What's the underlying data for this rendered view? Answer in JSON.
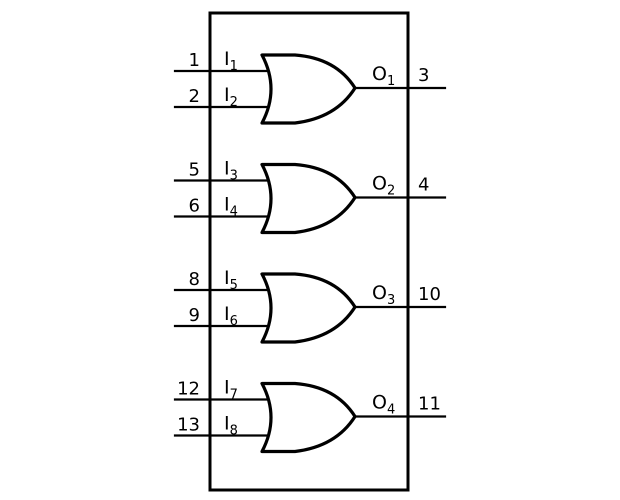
{
  "gates": [
    {
      "inputs": [
        {
          "pin": "1",
          "label": "I",
          "sub": "1"
        },
        {
          "pin": "2",
          "label": "I",
          "sub": "2"
        }
      ],
      "output": {
        "pin": "3",
        "label": "O",
        "sub": "1"
      }
    },
    {
      "inputs": [
        {
          "pin": "5",
          "label": "I",
          "sub": "3"
        },
        {
          "pin": "6",
          "label": "I",
          "sub": "4"
        }
      ],
      "output": {
        "pin": "4",
        "label": "O",
        "sub": "2"
      }
    },
    {
      "inputs": [
        {
          "pin": "8",
          "label": "I",
          "sub": "5"
        },
        {
          "pin": "9",
          "label": "I",
          "sub": "6"
        }
      ],
      "output": {
        "pin": "10",
        "label": "O",
        "sub": "3"
      }
    },
    {
      "inputs": [
        {
          "pin": "12",
          "label": "I",
          "sub": "7"
        },
        {
          "pin": "13",
          "label": "I",
          "sub": "8"
        }
      ],
      "output": {
        "pin": "11",
        "label": "O",
        "sub": "4"
      }
    }
  ]
}
